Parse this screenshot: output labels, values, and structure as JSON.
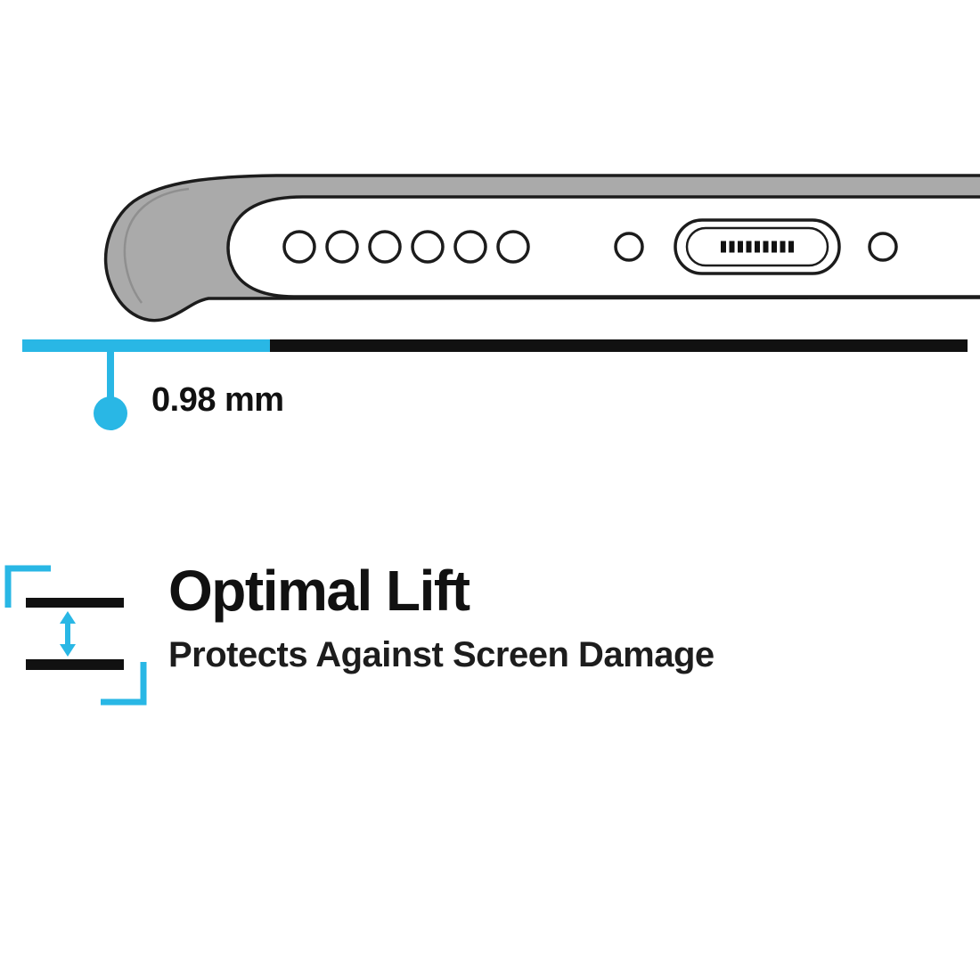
{
  "illustration": {
    "measurement_label": "0.98 mm"
  },
  "feature": {
    "title": "Optimal Lift",
    "subtitle": "Protects Against Screen Damage"
  },
  "colors": {
    "accent": "#29b7e5",
    "ink": "#111111",
    "outline": "#1c1c1c",
    "case_gray": "#aaaaaa"
  },
  "icons": {
    "lift_gap_icon": "double-arrow-between-two-surfaces",
    "measure_pointer_icon": "callout-dot-pointer"
  }
}
